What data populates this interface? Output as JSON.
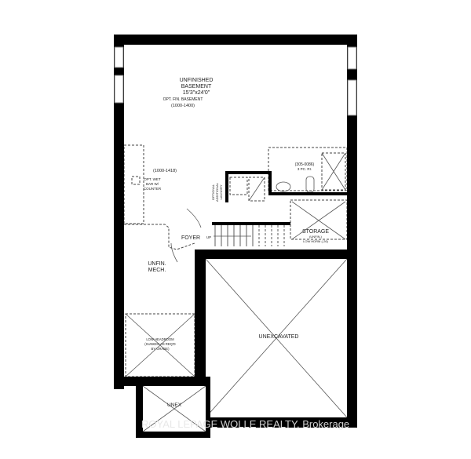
{
  "floor_plan": {
    "rooms": {
      "basement": {
        "name_line1": "UNFINISHED",
        "name_line2": "BASEMENT",
        "dimensions": "15'3\"x24'0\"",
        "option": "OPT. FIN. BASEMENT",
        "option_area": "(1000-1400)"
      },
      "bar_area": {
        "area": "(1000-1418)",
        "note_line1": "OPT. WET",
        "note_line2": "BAR W/",
        "note_line3": "COUNTER"
      },
      "bathroom": {
        "code": "(305-0086)",
        "name": "3 PC. RI."
      },
      "laundry": {
        "line1": "OPTIONAL",
        "line2": "ADDITIONAL",
        "line3": "LAUNDRY"
      },
      "foyer": {
        "name": "FOYER",
        "stair_label": "UP"
      },
      "storage": {
        "name": "STORAGE",
        "note_line1": "(UNFIN.)",
        "note_line2": "LOW HDRM (-26)"
      },
      "mech": {
        "name_line1": "UNFIN.",
        "name_line2": "MECH."
      },
      "low_headroom": {
        "line1": "LOW HEADROOM",
        "line2": "(SUNKEN AS REQ'D",
        "line3": "BY GRADE)"
      },
      "unexcavated": {
        "name": "UNEXCAVATED"
      },
      "unex": {
        "name": "UNEX"
      }
    },
    "watermark": "ROYAL LEPAGE WOLLE REALTY, Brokerage"
  }
}
